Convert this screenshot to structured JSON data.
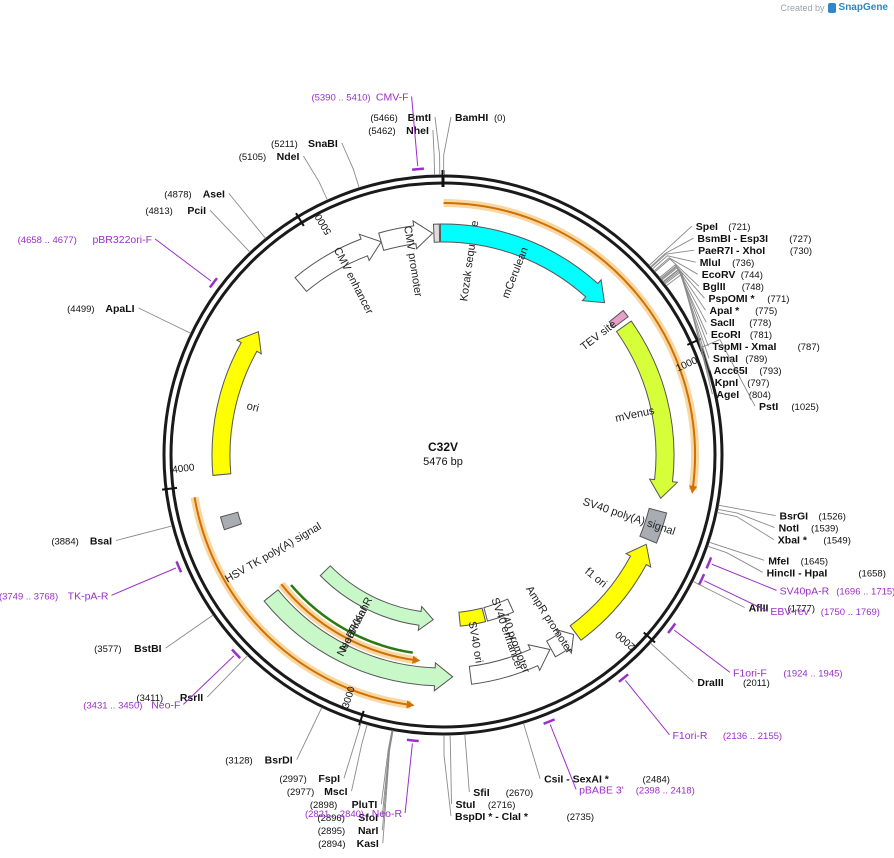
{
  "brand": {
    "created_by": "Created by",
    "logo": "SnapGene"
  },
  "plasmid": {
    "name": "C32V",
    "length_label": "5476 bp",
    "length": 5476
  },
  "ticks": [
    {
      "pos": 1000,
      "label": "1000"
    },
    {
      "pos": 2000,
      "label": "2000"
    },
    {
      "pos": 3000,
      "label": "3000"
    },
    {
      "pos": 4000,
      "label": "4000"
    },
    {
      "pos": 5000,
      "label": "5000"
    }
  ],
  "features": [
    {
      "name": "CMV enhancer",
      "start": 4870,
      "end": 5230,
      "dir": 1,
      "ring": 0,
      "color": "#ffffff",
      "label_pos": 5060
    },
    {
      "name": "CMV promoter",
      "start": 5230,
      "end": 5435,
      "dir": 1,
      "ring": 0,
      "color": "#ffffff",
      "label_pos": 5340
    },
    {
      "name": "Kozak sequence",
      "start": 5440,
      "end": 5462,
      "dir": 0,
      "ring": 0,
      "color": "#dddddd",
      "label_pos": 120
    },
    {
      "name": "mCerulean",
      "start": 5466,
      "end": 710,
      "dir": 1,
      "ring": 0,
      "color": "#00ffff",
      "label_pos": 330
    },
    {
      "name": "TEV site",
      "start": 780,
      "end": 810,
      "dir": 0,
      "ring": 0,
      "color": "#e8a0c8",
      "label_pos": 800
    },
    {
      "name": "mVenus",
      "start": 830,
      "end": 1540,
      "dir": 1,
      "ring": 0,
      "color": "#d6ff3a",
      "label_pos": 1190
    },
    {
      "name": "SV40 poly(A) signal",
      "start": 1590,
      "end": 1710,
      "dir": 0,
      "ring": 0,
      "color": "#a9adb3",
      "label_pos": 1650
    },
    {
      "name": "f1 ori",
      "start": 1730,
      "end": 2180,
      "dir": -1,
      "ring": 0,
      "color": "#ffff00",
      "label_pos": 1960
    },
    {
      "name": "AmpR promoter",
      "start": 2190,
      "end": 2295,
      "dir": -1,
      "ring": 0,
      "color": "#ffffff",
      "label_pos": 2240
    },
    {
      "name": "SV40 promoter",
      "start": 2300,
      "end": 2630,
      "dir": -1,
      "ring": 0,
      "color": "#ffffff",
      "label_pos": 2420
    },
    {
      "name": "SV40 ori",
      "start": 2520,
      "end": 2650,
      "dir": 0,
      "ring": 1,
      "color": "#ffff00",
      "label_pos": 2590
    },
    {
      "name": "SV40 enhancer",
      "start": 2370,
      "end": 2510,
      "dir": 0,
      "ring": 1,
      "color": "#ffffff",
      "label_pos": 2440
    },
    {
      "name": "NeoR/KanR",
      "start": 2700,
      "end": 3510,
      "dir": -1,
      "ring": 0,
      "color": "#c8f7c8",
      "label_pos": 3150
    },
    {
      "name": "NeoR/KanR",
      "start": 2790,
      "end": 3430,
      "dir": -1,
      "ring": 1,
      "color": "#c8f7c8",
      "label_pos": 3150
    },
    {
      "name": "HSV TK poly(A) signal",
      "start": 3820,
      "end": 3870,
      "dir": 0,
      "ring": 0,
      "color": "#a9adb3",
      "label_pos": 3650
    },
    {
      "name": "ori",
      "start": 4030,
      "end": 4620,
      "dir": 1,
      "ring": 0,
      "color": "#ffff00",
      "label_pos": 4320
    }
  ],
  "orange_arcs": [
    {
      "start": 2,
      "end": 1490,
      "dir": 1,
      "inner": false
    },
    {
      "start": 2850,
      "end": 3520,
      "dir": -1,
      "inner": true
    },
    {
      "start": 2850,
      "end": 3960,
      "dir": -1,
      "inner": false
    }
  ],
  "sites": [
    {
      "name": "BmtI",
      "pos": 5466,
      "pos_label": "(5466)",
      "marker": 5466
    },
    {
      "name": "BamHI",
      "pos": 0,
      "pos_label": "(0)",
      "marker": 2
    },
    {
      "name": "NheI",
      "pos": 5462,
      "pos_label": "(5462)",
      "marker": 5450
    },
    {
      "name": "SnaBI",
      "pos": 5211,
      "pos_label": "(5211)",
      "marker": 5211
    },
    {
      "name": "NdeI",
      "pos": 5105,
      "pos_label": "(5105)",
      "marker": 5105
    },
    {
      "name": "AseI",
      "pos": 4878,
      "pos_label": "(4878)",
      "marker": 4878
    },
    {
      "name": "PciI",
      "pos": 4813,
      "pos_label": "(4813)",
      "marker": 4813
    },
    {
      "name": "ApaLI",
      "pos": 4499,
      "pos_label": "(4499)",
      "marker": 4499
    },
    {
      "name": "BsaI",
      "pos": 3884,
      "pos_label": "(3884)",
      "marker": 3884
    },
    {
      "name": "BstBI",
      "pos": 3577,
      "pos_label": "(3577)",
      "marker": 3577
    },
    {
      "name": "RsrII",
      "pos": 3411,
      "pos_label": "(3411)",
      "marker": 3411
    },
    {
      "name": "BsrDI",
      "pos": 3128,
      "pos_label": "(3128)",
      "marker": 3128
    },
    {
      "name": "FspI",
      "pos": 2997,
      "pos_label": "(2997)",
      "marker": 2997
    },
    {
      "name": "MscI",
      "pos": 2977,
      "pos_label": "(2977)",
      "marker": 2977
    },
    {
      "name": "PluTI",
      "pos": 2898,
      "pos_label": "(2898)",
      "marker": 2898
    },
    {
      "name": "SfoI",
      "pos": 2896,
      "pos_label": "(2896)",
      "marker": 2896
    },
    {
      "name": "NarI",
      "pos": 2895,
      "pos_label": "(2895)",
      "marker": 2895
    },
    {
      "name": "KasI",
      "pos": 2894,
      "pos_label": "(2894)",
      "marker": 2894
    },
    {
      "name": "BspDI * - ClaI *",
      "pos": 2735,
      "pos_label": "(2735)",
      "marker": 2735
    },
    {
      "name": "StuI",
      "pos": 2716,
      "pos_label": "(2716)",
      "marker": 2716
    },
    {
      "name": "SfiI",
      "pos": 2670,
      "pos_label": "(2670)",
      "marker": 2670
    },
    {
      "name": "CsiI - SexAI *",
      "pos": 2484,
      "pos_label": "(2484)",
      "marker": 2484
    },
    {
      "name": "DraIII",
      "pos": 2011,
      "pos_label": "(2011)",
      "marker": 2011
    },
    {
      "name": "AflII",
      "pos": 1777,
      "pos_label": "(1777)",
      "marker": 1777
    },
    {
      "name": "HincII - HpaI",
      "pos": 1658,
      "pos_label": "(1658)",
      "marker": 1658
    },
    {
      "name": "MfeI",
      "pos": 1645,
      "pos_label": "(1645)",
      "marker": 1645
    },
    {
      "name": "XbaI *",
      "pos": 1549,
      "pos_label": "(1549)",
      "marker": 1549
    },
    {
      "name": "NotI",
      "pos": 1539,
      "pos_label": "(1539)",
      "marker": 1539
    },
    {
      "name": "BsrGI",
      "pos": 1526,
      "pos_label": "(1526)",
      "marker": 1526
    },
    {
      "name": "PstI",
      "pos": 1025,
      "pos_label": "(1025)",
      "marker": 1025
    },
    {
      "name": "AgeI",
      "pos": 804,
      "pos_label": "(804)",
      "marker": 804
    },
    {
      "name": "KpnI",
      "pos": 797,
      "pos_label": "(797)",
      "marker": 797
    },
    {
      "name": "Acc65I",
      "pos": 793,
      "pos_label": "(793)",
      "marker": 793
    },
    {
      "name": "SmaI",
      "pos": 789,
      "pos_label": "(789)",
      "marker": 789
    },
    {
      "name": "TspMI - XmaI",
      "pos": 787,
      "pos_label": "(787)",
      "marker": 787
    },
    {
      "name": "EcoRI",
      "pos": 781,
      "pos_label": "(781)",
      "marker": 781
    },
    {
      "name": "SacII",
      "pos": 778,
      "pos_label": "(778)",
      "marker": 778
    },
    {
      "name": "ApaI *",
      "pos": 775,
      "pos_label": "(775)",
      "marker": 775
    },
    {
      "name": "PspOMI *",
      "pos": 771,
      "pos_label": "(771)",
      "marker": 771
    },
    {
      "name": "BglII",
      "pos": 748,
      "pos_label": "(748)",
      "marker": 748
    },
    {
      "name": "EcoRV",
      "pos": 744,
      "pos_label": "(744)",
      "marker": 744
    },
    {
      "name": "MluI",
      "pos": 736,
      "pos_label": "(736)",
      "marker": 736
    },
    {
      "name": "PaeR7I - XhoI",
      "pos": 730,
      "pos_label": "(730)",
      "marker": 730
    },
    {
      "name": "BsmBI - Esp3I",
      "pos": 727,
      "pos_label": "(727)",
      "marker": 727
    },
    {
      "name": "SpeI",
      "pos": 721,
      "pos_label": "(721)",
      "marker": 721
    }
  ],
  "primers": [
    {
      "name": "CMV-F",
      "range": "(5390 .. 5410)",
      "pos": 5400
    },
    {
      "name": "pBR322ori-F",
      "range": "(4658 .. 4677)",
      "pos": 4668
    },
    {
      "name": "TK-pA-R",
      "range": "(3749 .. 3768)",
      "pos": 3758
    },
    {
      "name": "Neo-F",
      "range": "(3431 .. 3450)",
      "pos": 3440
    },
    {
      "name": "Neo-R",
      "range": "(2821 .. 2840)",
      "pos": 2830
    },
    {
      "name": "pBABE 3'",
      "range": "(2398 .. 2418)",
      "pos": 2408
    },
    {
      "name": "F1ori-R",
      "range": "(2136 .. 2155)",
      "pos": 2145
    },
    {
      "name": "F1ori-F",
      "range": "(1924 .. 1945)",
      "pos": 1934
    },
    {
      "name": "EBV-rev",
      "range": "(1750 .. 1769)",
      "pos": 1760
    },
    {
      "name": "SV40pA-R",
      "range": "(1696 .. 1715)",
      "pos": 1705
    }
  ]
}
